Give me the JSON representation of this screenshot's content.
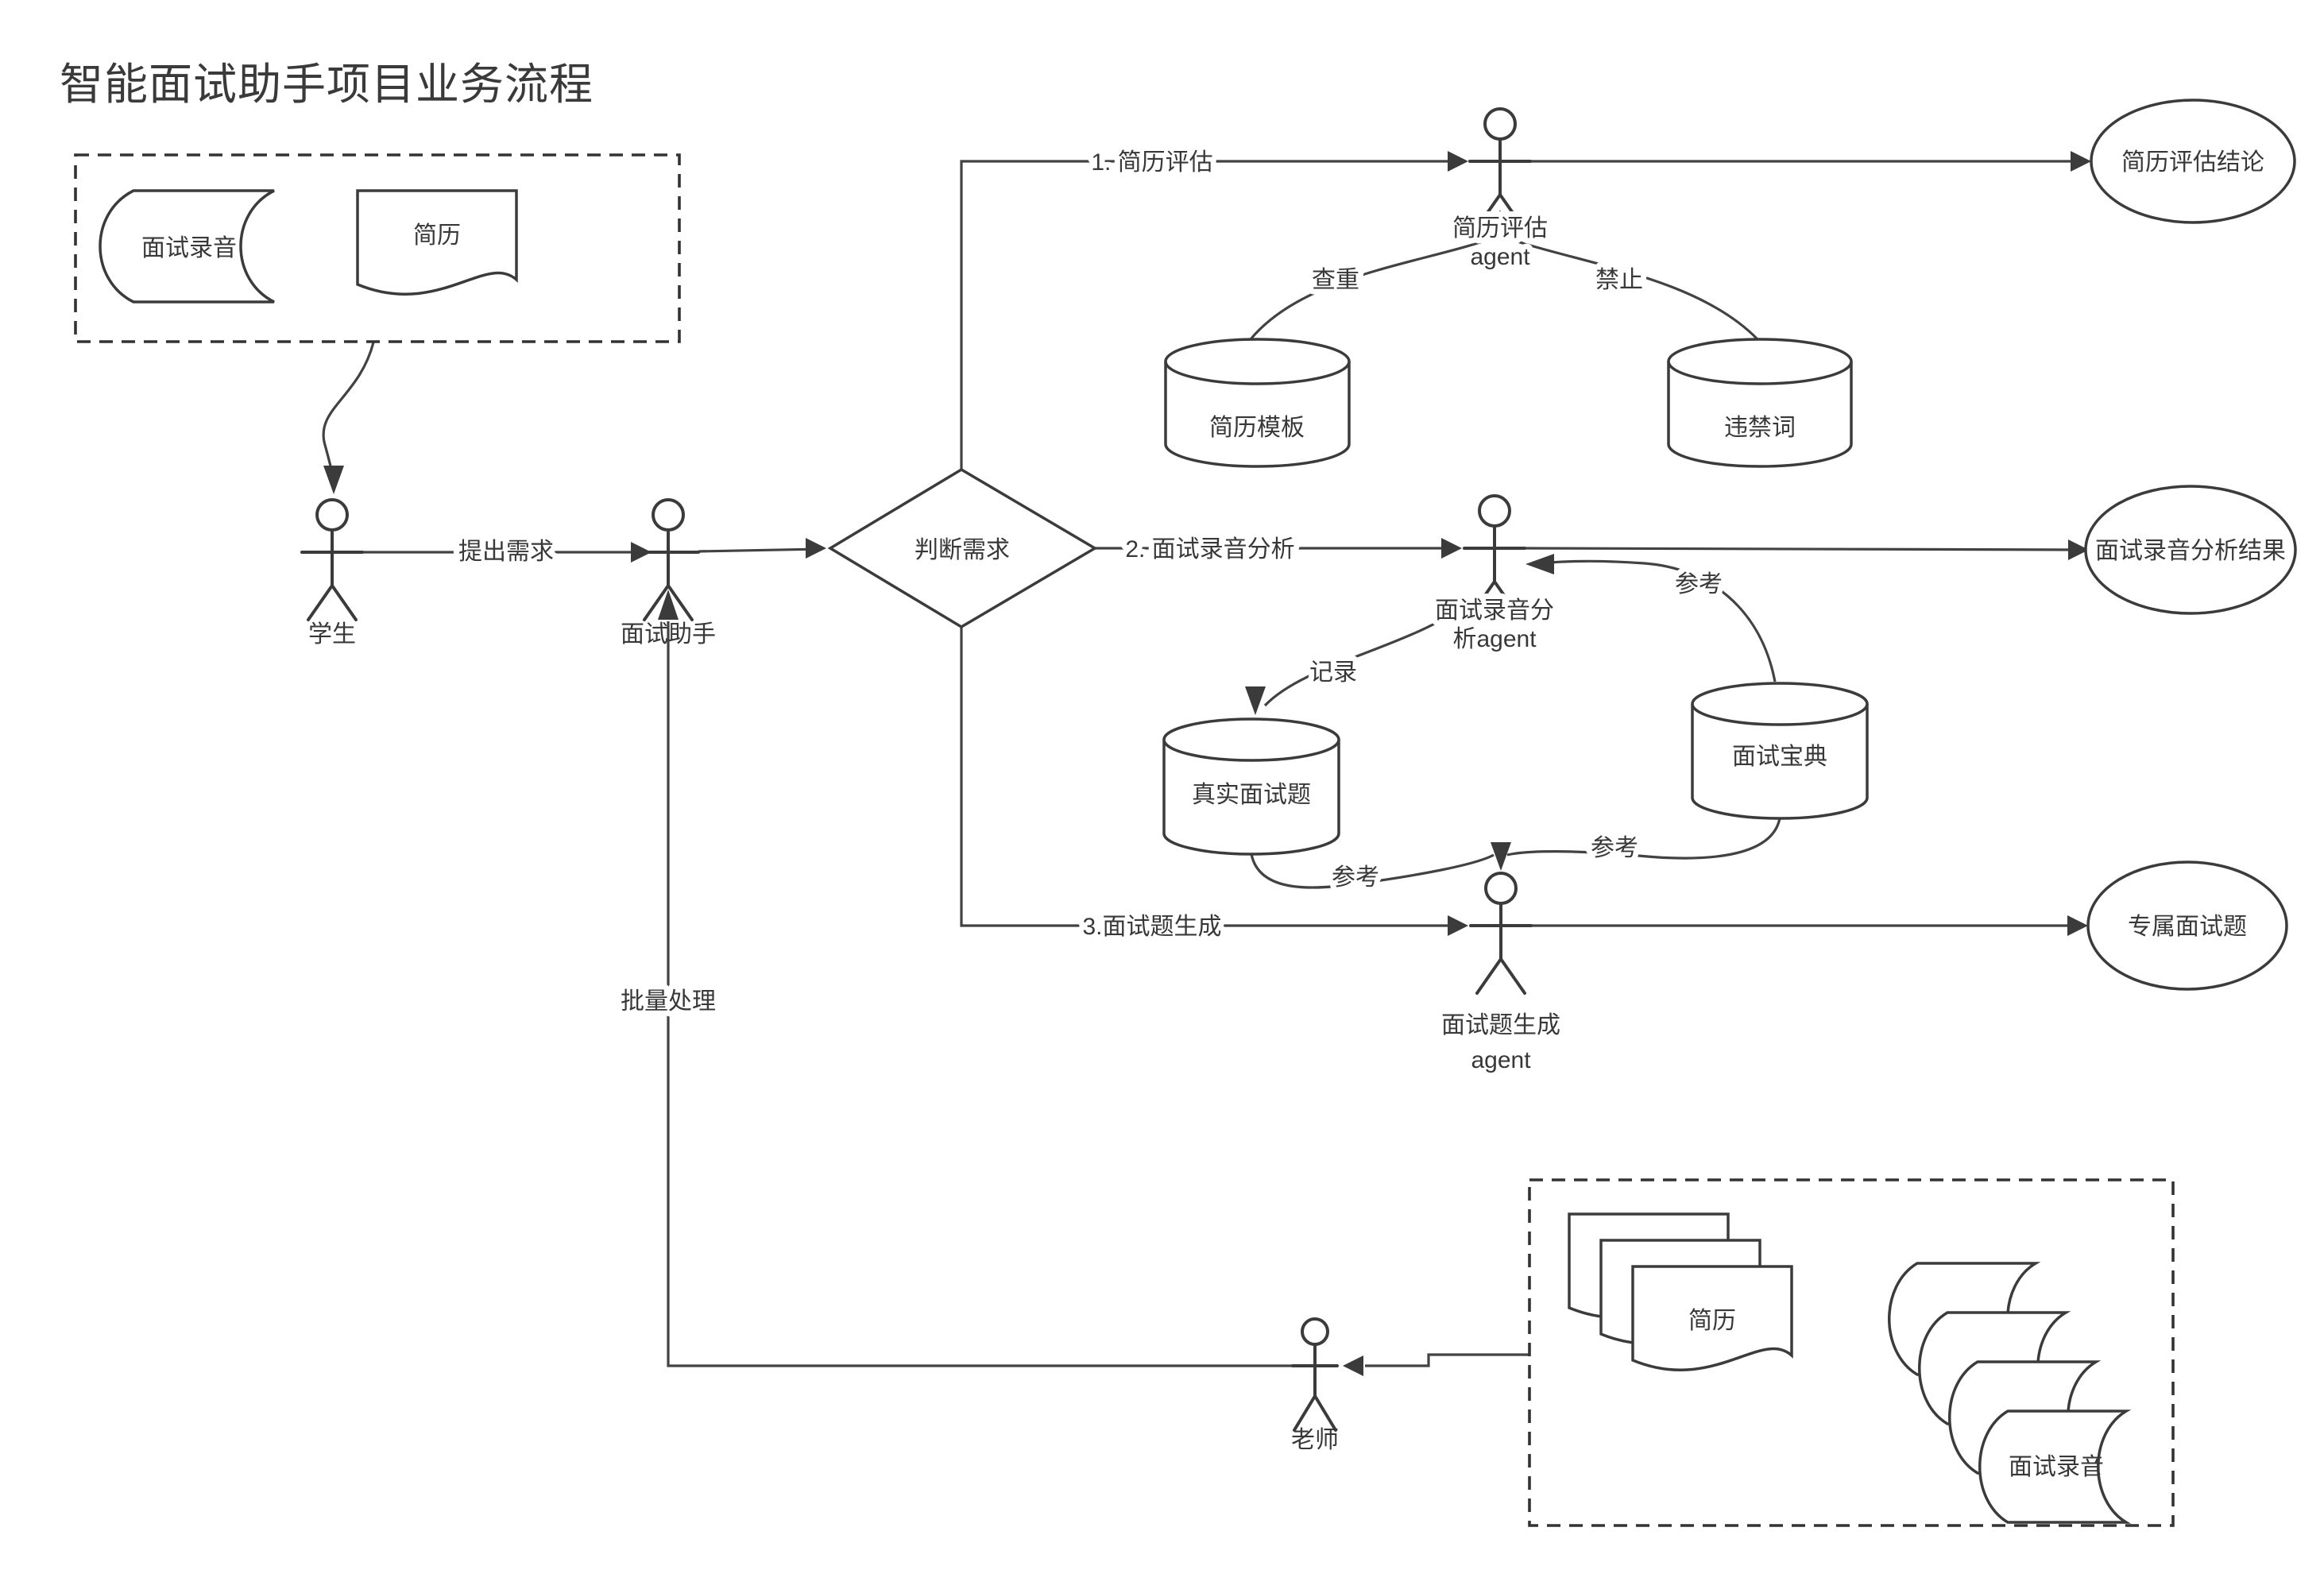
{
  "title": "智能面试助手项目业务流程",
  "inputs_box": {
    "recording": "面试录音",
    "resume": "简历"
  },
  "actors": {
    "student": {
      "label": "学生"
    },
    "assistant": {
      "label": "面试助手"
    },
    "teacher": {
      "label": "老师"
    },
    "agent1": {
      "label_line1": "简历评估",
      "label_line2": "agent"
    },
    "agent2": {
      "label_line1": "面试录音分",
      "label_line2": "析agent"
    },
    "agent3": {
      "label_line1": "面试题生成",
      "label_line2": "agent"
    }
  },
  "decision": {
    "label": "判断需求"
  },
  "datastores": {
    "resume_template": "简历模板",
    "banned_words": "违禁词",
    "real_questions": "真实面试题",
    "interview_guide": "面试宝典"
  },
  "outputs": {
    "resume_result": "简历评估结论",
    "recording_result": "面试录音分析结果",
    "questions_result": "专属面试题"
  },
  "batch_box": {
    "resume_stack": "简历",
    "recording_stack": "面试录音"
  },
  "edges": {
    "propose": "提出需求",
    "branch1": "1. 简历评估",
    "branch2": "2. 面试录音分析",
    "branch3": "3.面试题生成",
    "batch": "批量处理",
    "dup_check": "查重",
    "forbid": "禁止",
    "record": "记录",
    "ref1": "参考",
    "ref2": "参考",
    "ref3": "参考"
  },
  "colors": {
    "stroke": "#3b3b3b",
    "text": "#383838",
    "background": "#ffffff"
  }
}
